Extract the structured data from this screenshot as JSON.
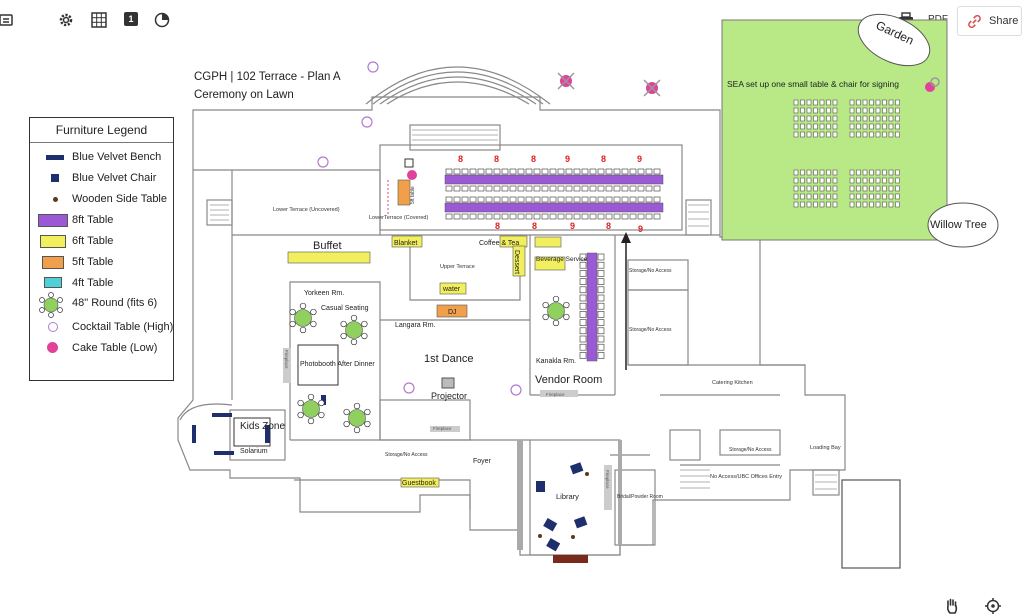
{
  "toolbar": {
    "icons": [
      "menu-icon",
      "gear-icon",
      "grid-icon",
      "page-number-icon",
      "pie-icon"
    ],
    "page_badge": "1",
    "pdf_label": "PDF",
    "share_label": "Share"
  },
  "plan": {
    "title": "CGPH | 102 Terrace - Plan A",
    "subtitle": "Ceremony on Lawn"
  },
  "legend": {
    "title": "Furniture Legend",
    "items": [
      {
        "label": "Blue Velvet Bench",
        "color": "#1f2f6e"
      },
      {
        "label": "Blue Velvet Chair",
        "color": "#1f2f6e"
      },
      {
        "label": "Wooden Side Table",
        "color": "#5a3a1a"
      },
      {
        "label": "8ft Table",
        "color": "#9b59d6"
      },
      {
        "label": "6ft Table",
        "color": "#f2ef5e"
      },
      {
        "label": "5ft Table",
        "color": "#f0a04a"
      },
      {
        "label": "4ft Table",
        "color": "#4fcfd6"
      },
      {
        "label": "48\" Round (fits 6)",
        "color": "#8fd05e"
      },
      {
        "label": "Cocktail Table (High)",
        "color": "#b27ad0"
      },
      {
        "label": "Cake Table (Low)",
        "color": "#e0429a"
      }
    ]
  },
  "rooms": {
    "garden": "Garden",
    "garden_note": "SEA set up one small table & chair for signing",
    "willow": "Willow Tree",
    "lower_terrace_uncovered": "Lower Terrace (Uncovered)",
    "lower_terrace_covered": "LowerTerrace (Covered)",
    "five_ft_table": "5ft table",
    "buffet": "Buffet",
    "blanket": "Blanket",
    "coffee_tea": "Coffee & Tea",
    "dessert": "Dessert",
    "beverage_service": "Beverage Service",
    "upper_terrace": "Upper Terrace",
    "water": "water",
    "dj": "DJ",
    "yorkeen": "Yorkeen Rm.",
    "casual_seating": "Casual Seating",
    "langara": "Langara Rm.",
    "first_dance": "1st Dance",
    "kanakla": "Kanakla Rm.",
    "vendor_room": "Vendor Room",
    "photobooth": "Photobooth After Dinner",
    "fireplace1": "Fireplace",
    "fireplace2": "Fireplace",
    "fireplace3": "Fireplace",
    "fireplace4": "Fireplace",
    "fireplace5": "Fireplace",
    "projector": "Projector",
    "kids_zone": "Kids Zone",
    "solarium": "Solarium",
    "storage_upper1": "Storage/No Access",
    "storage_upper2": "Storage/No Access",
    "storage_mid": "Storage/No Access",
    "storage_right": "Storage/No Access",
    "catering": "Catering Kitchen",
    "loading_bay": "Loading Bay",
    "no_access_ubc": "No Access/UBC Offices Entry",
    "foyer": "Foyer",
    "guestbook": "Guestbook",
    "library": "Library",
    "bridal": "Bridal/Powder Room",
    "table_numbers_top": [
      "8",
      "8",
      "8",
      "9",
      "8",
      "9"
    ],
    "table_numbers_bottom": [
      "8",
      "8",
      "9",
      "8",
      "9"
    ]
  },
  "colors": {
    "purple": "#9b59d6",
    "yellow": "#f2ef5e",
    "orange": "#f0a04a",
    "green": "#8fd05e",
    "garden_green": "#b8e986",
    "navy": "#1f2f6e",
    "pink": "#e0429a",
    "red_number": "#e02020"
  }
}
